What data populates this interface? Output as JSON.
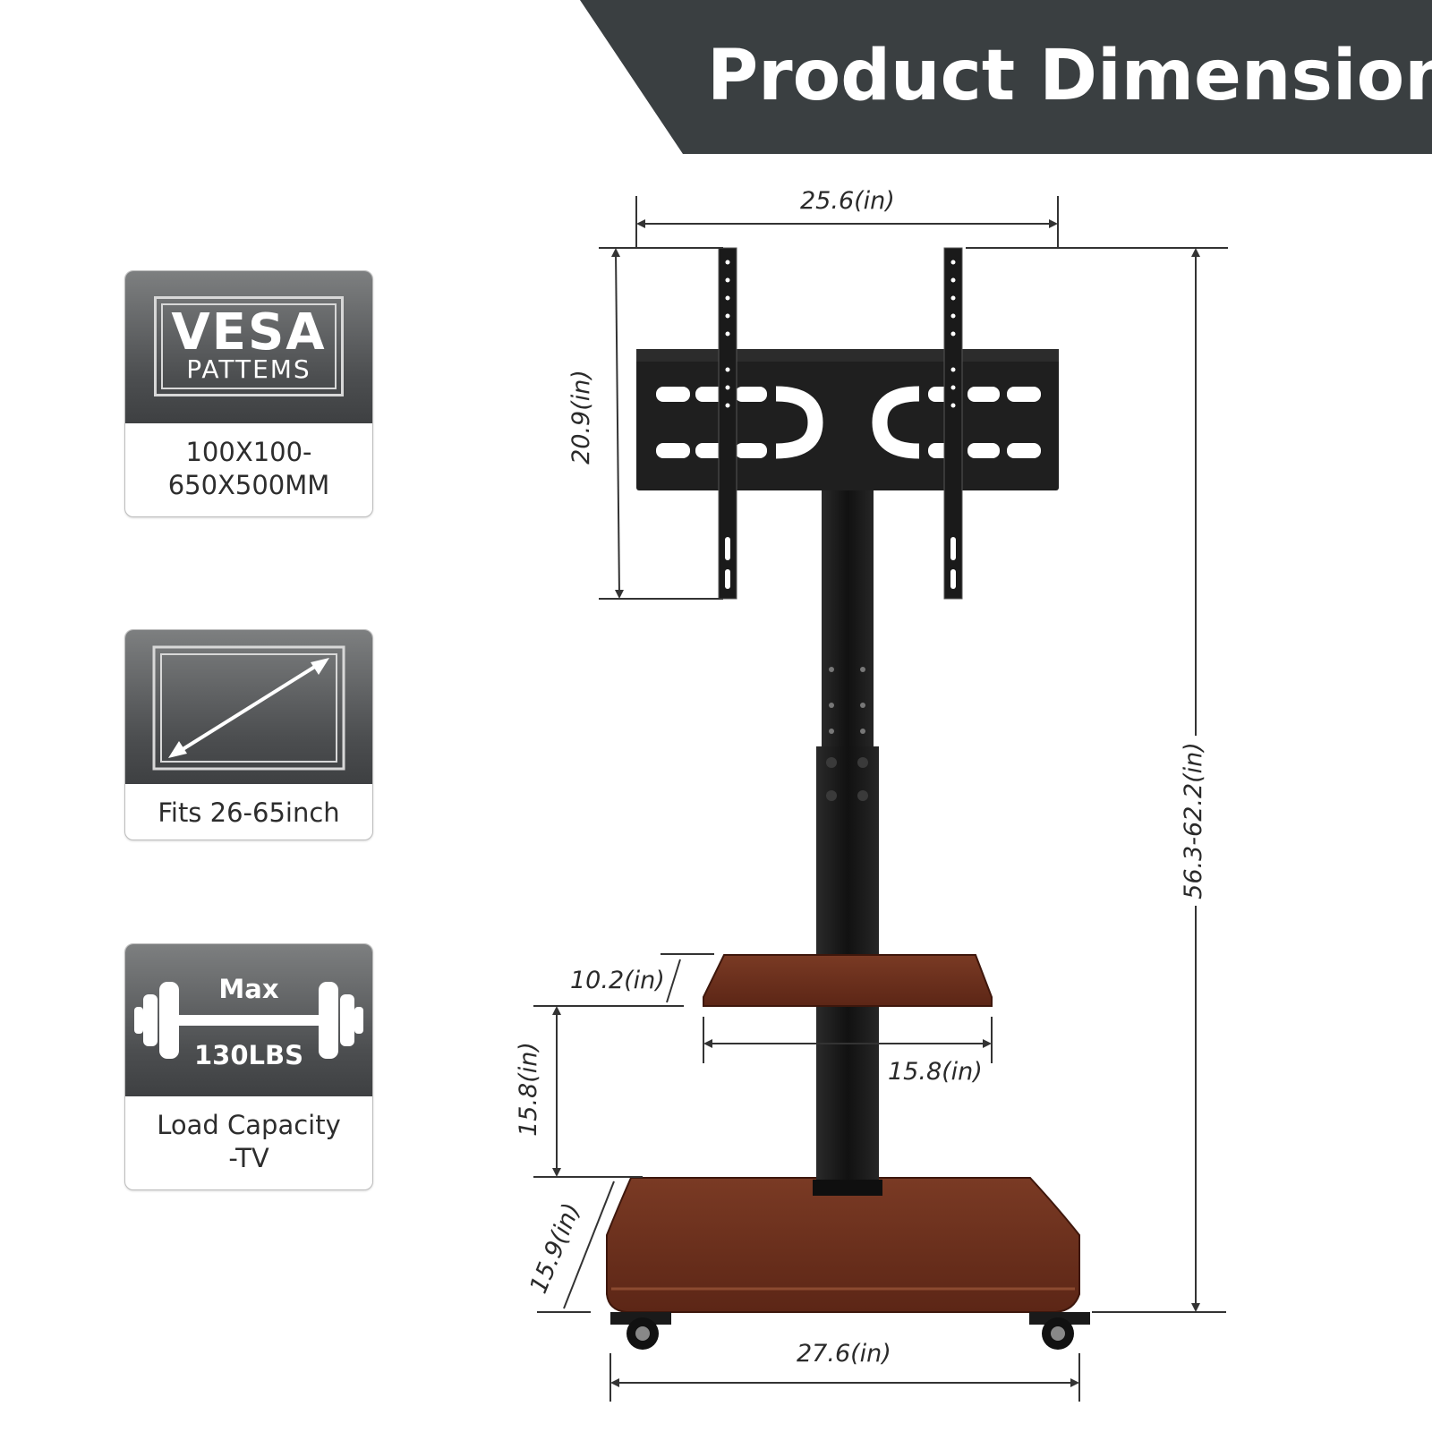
{
  "header": {
    "title": "Product Dimension"
  },
  "colors": {
    "banner": "#3a3f41",
    "card_top": "#4c4e50",
    "wood": "#6b2f1e",
    "metal": "#1c1c1c"
  },
  "features": {
    "vesa": {
      "icon_big": "VESA",
      "icon_small": "PATTEMS",
      "text_line1": "100X100-",
      "text_line2": "650X500MM",
      "icon": "vesa-frame-icon"
    },
    "screen": {
      "text": "Fits 26-65inch",
      "icon": "screen-diagonal-icon"
    },
    "load": {
      "max_label": "Max",
      "weight_label": "130LBS",
      "text_line1": "Load Capacity",
      "text_line2": "-TV",
      "icon": "barbell-icon"
    }
  },
  "dimensions": {
    "mount_width": "25.6(in)",
    "mount_height": "20.9(in)",
    "total_height": "56.3-62.2(in)",
    "shelf_depth": "10.2(in)",
    "shelf_width": "15.8(in)",
    "shelf_gap": "15.8(in)",
    "base_depth": "15.9(in)",
    "base_width": "27.6(in)"
  }
}
